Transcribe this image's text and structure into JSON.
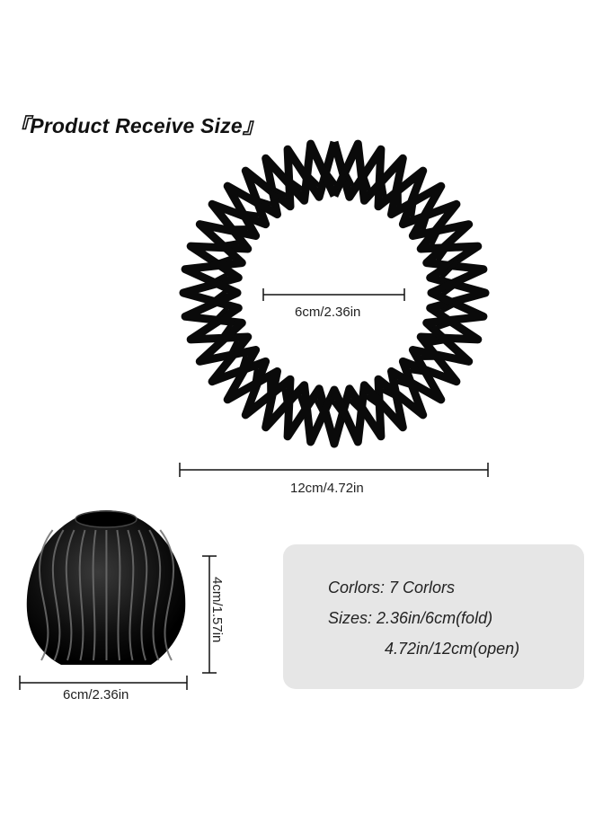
{
  "title": "『Product Receive Size』",
  "ring": {
    "inner_diameter_label": "6cm/2.36in",
    "outer_diameter_label": "12cm/4.72in",
    "color": "#0a0a0a"
  },
  "bun": {
    "width_label": "6cm/2.36in",
    "height_label": "4cm/1.57in",
    "color": "#0a0a0a"
  },
  "info": {
    "colors_line": "Corlors: 7 Corlors",
    "sizes_line": "Sizes: 2.36in/6cm(fold)",
    "sizes_line_2": "4.72in/12cm(open)",
    "background": "#e6e6e6"
  }
}
